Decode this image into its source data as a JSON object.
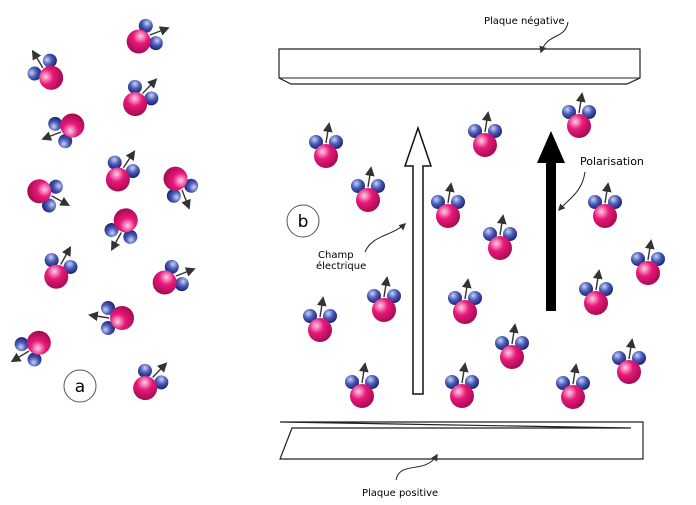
{
  "panels": {
    "a": {
      "label": "a"
    },
    "b": {
      "label": "b"
    }
  },
  "labels": {
    "negative_plate": "Plaque négative",
    "positive_plate": "Plaque positive",
    "polarisation": "Polarisation",
    "field_line1": "Champ",
    "field_line2": "électrique"
  },
  "colors": {
    "oxygen": "#e8197a",
    "oxygen_highlight": "#ffd0e6",
    "hydrogen": "#2f3c94",
    "hydrogen_highlight": "#c9d2f2",
    "arrow": "#333333",
    "polarisation_arrow": "#000000"
  },
  "icons": {
    "molecule": "water-molecule-icon",
    "dipole": "dipole-arrow-icon"
  }
}
